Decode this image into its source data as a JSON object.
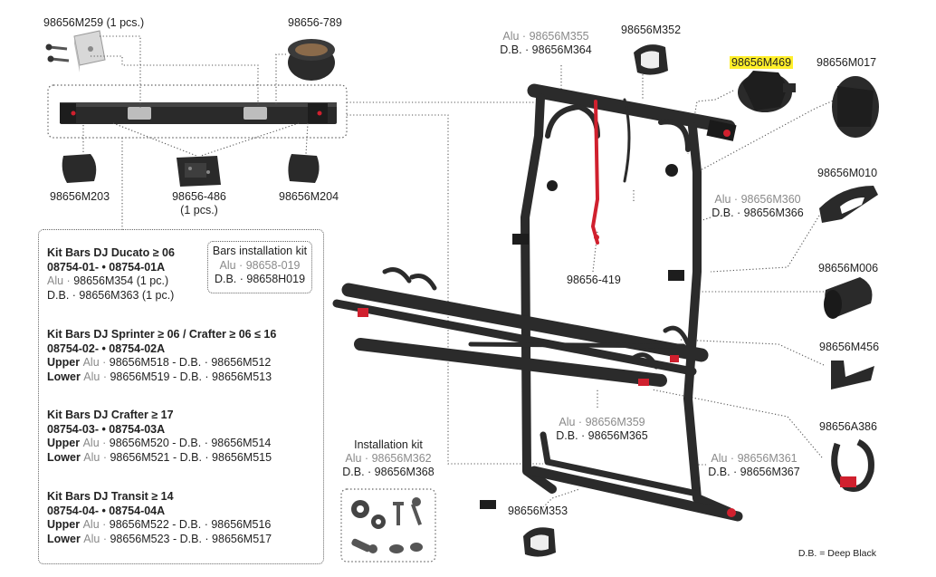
{
  "top_labels": {
    "screws_part": "98656M259 (1 pcs.)",
    "strap_part": "98656-789",
    "endcap_left": "98656M203",
    "plate_part": "98656-486",
    "plate_qty": "(1 pcs.)",
    "endcap_right": "98656M204"
  },
  "rack_labels": {
    "top_bracket_alu": "Alu · 98656M355",
    "top_bracket_db": "D.B. · 98656M364",
    "clamp_top": "98656M352",
    "knob": "98656M469",
    "knob_inner": "98656M017",
    "hook": "98656M010",
    "mid_alu": "Alu · 98656M360",
    "mid_db": "D.B. · 98656M366",
    "cap": "98656M006",
    "red_strap": "98656-419",
    "wheel_holder": "98656M456",
    "rail_alu": "Alu · 98656M359",
    "rail_db": "D.B. · 98656M365",
    "strap_ring": "98656A386",
    "lower_alu": "Alu · 98656M361",
    "lower_db": "D.B. · 98656M367",
    "clamp_bottom": "98656M353",
    "legend": "D.B. = Deep Black"
  },
  "install_kit": {
    "title": "Installation kit",
    "alu": "Alu · 98656M362",
    "db": "D.B. · 98656M368"
  },
  "bars_kit": {
    "title": "Bars installation kit",
    "alu": "Alu · 98658-019",
    "db": "D.B. · 98658H019"
  },
  "kits": [
    {
      "title": "Kit Bars DJ Ducato ≥ 06",
      "codes": "08754-01- •  08754-01A",
      "line1_label": "",
      "line1_grey": "Alu · ",
      "line1_rest": "98656M354 (1 pc.)",
      "line2_label": "",
      "line2_grey": "",
      "line2_rest": "D.B. · 98656M363 (1 pc.)"
    },
    {
      "title": "Kit Bars DJ Sprinter ≥ 06 / Crafter ≥ 06 ≤ 16",
      "codes": "08754-02- •  08754-02A",
      "line1_label": "Upper ",
      "line1_grey": "Alu · ",
      "line1_rest": "98656M518 - D.B. · 98656M512",
      "line2_label": "Lower ",
      "line2_grey": "Alu · ",
      "line2_rest": "98656M519 - D.B. · 98656M513"
    },
    {
      "title": "Kit Bars DJ Crafter ≥ 17",
      "codes": "08754-03- •  08754-03A",
      "line1_label": "Upper ",
      "line1_grey": "Alu · ",
      "line1_rest": "98656M520 - D.B. · 98656M514",
      "line2_label": "Lower ",
      "line2_grey": "Alu · ",
      "line2_rest": "98656M521 - D.B. · 98656M515"
    },
    {
      "title": "Kit Bars DJ Transit ≥ 14",
      "codes": "08754-04- •  08754-04A",
      "line1_label": "Upper ",
      "line1_grey": "Alu · ",
      "line1_rest": "98656M522 - D.B. · 98656M516",
      "line2_label": "Lower ",
      "line2_grey": "Alu · ",
      "line2_rest": "98656M523 - D.B. · 98656M517"
    }
  ],
  "colors": {
    "frame": "#2b2b2b",
    "accent_red": "#d0202e",
    "highlight": "#ffef2a",
    "leader": "#555555"
  }
}
